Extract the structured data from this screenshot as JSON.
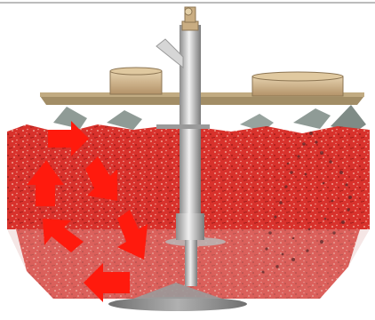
{
  "diagram": {
    "colors": {
      "background": "#ffffff",
      "frame_line": "#7a7a7a",
      "media_red": "#d8322c",
      "media_dark": "#a11d1a",
      "media_speckle": "#f2b9a8",
      "lower_zone_tint": "#e3b7b4",
      "arrow_red": "#ff1a0d",
      "shaft_light": "#e2e2e2",
      "shaft_dark": "#8c8c8c",
      "platform": "#a28d66",
      "drum": "#c9ad82",
      "rotor_grey": "#8f9b96",
      "base_grey": "#8a8a8a",
      "trail_dark": "#5b2a2a"
    },
    "icons": [
      "flow-arrow-right",
      "flow-arrow-down",
      "flow-arrow-up",
      "flow-arrow-left"
    ]
  }
}
